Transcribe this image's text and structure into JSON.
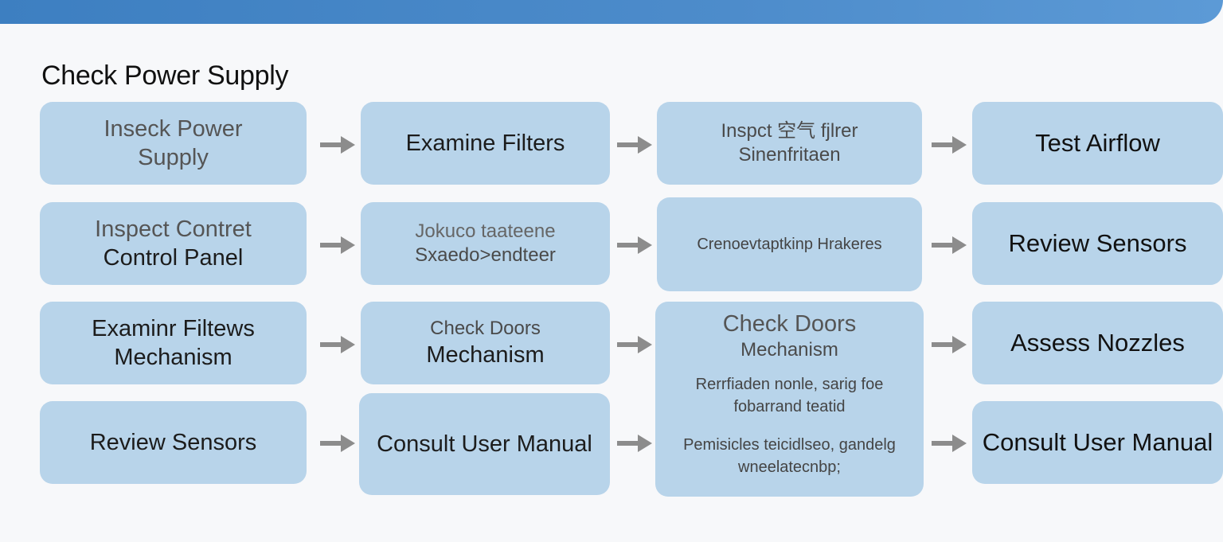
{
  "title": "Check Power Supply",
  "colors": {
    "banner": "#4d8ccb",
    "node_fill": "#b8d4ea",
    "arrow": "#8c8c8c"
  },
  "nodes": {
    "r1c1": [
      "Inseck Power",
      "Supply"
    ],
    "r1c2": [
      "Examine Filters"
    ],
    "r1c3": [
      "Inspct 空气 fjlrer",
      "Sinenfritaen"
    ],
    "r1c4": [
      "Test Airflow"
    ],
    "r2c1": [
      "Inspect Contret",
      "Control Panel"
    ],
    "r2c2": [
      "Jokuco taateene",
      "Sxaedo>endteer"
    ],
    "r2c3": [
      "Crenoevtaptkinp Hrakeres"
    ],
    "r2c4": [
      "Review Sensors"
    ],
    "r3c1": [
      "Examinr Filtews",
      "Mechanism"
    ],
    "r3c2": [
      "Check Doors",
      "Mechanism"
    ],
    "r3c3": [
      "Check Doors",
      "Mechanism",
      "Rerrfiaden nonle, sarig foe",
      "fobarrand teatid",
      "Pemisicles teicidlseo, gandelg",
      "wneelatecnbp;"
    ],
    "r3c4": [
      "Assess Nozzles"
    ],
    "r4c1": [
      "Review Sensors"
    ],
    "r4c2": [
      "Consult User Manual"
    ],
    "r4c4": [
      "Consult User Manual"
    ]
  }
}
